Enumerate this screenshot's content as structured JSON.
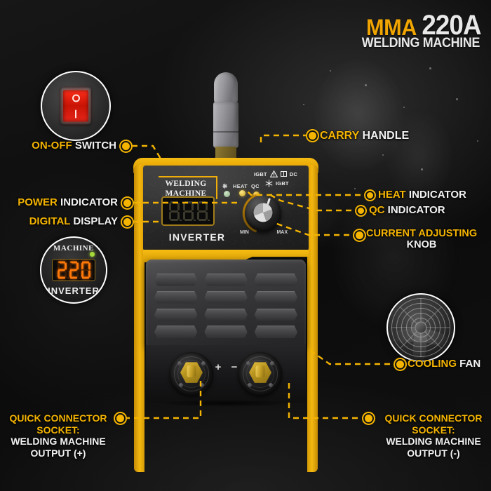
{
  "header": {
    "line1_brand": "MMA",
    "line1_model": "220A",
    "line2": "WELDING MACHINE"
  },
  "machine": {
    "brand_line1": "WELDING",
    "brand_line2": "MACHINE",
    "inverter_text": "INVERTER",
    "display_value": "8.8.8.",
    "led_labels": {
      "power": "⏻",
      "heat": "HEAT",
      "qc": "QC"
    },
    "symbols_row1": [
      "IGBT",
      "warning-triangle-icon",
      "transformer-icon",
      "DC"
    ],
    "symbols_row2": [
      "snowflake-icon",
      "IGBT"
    ],
    "knob_min": "MIN",
    "knob_max": "MAX",
    "polarity_plus": "+",
    "polarity_minus": "−"
  },
  "insets": {
    "switch": {
      "name": "on-off-rocker-switch",
      "symbol_off": "O",
      "symbol_on": "I"
    },
    "display": {
      "top_text": "MACHINE",
      "bottom_text": "INVERTER",
      "value": "220"
    },
    "fan": {
      "name": "cooling-fan-grille"
    }
  },
  "callouts": [
    {
      "id": "on-off-switch",
      "yellow": "ON-OFF",
      "white": "SWITCH"
    },
    {
      "id": "power-indicator",
      "yellow": "POWER",
      "white": "INDICATOR"
    },
    {
      "id": "digital-display",
      "yellow": "DIGITAL",
      "white": "DISPLAY"
    },
    {
      "id": "carry-handle",
      "yellow": "CARRY",
      "white": "HANDLE"
    },
    {
      "id": "heat-indicator",
      "yellow": "HEAT",
      "white": "INDICATOR"
    },
    {
      "id": "qc-indicator",
      "yellow": "QC",
      "white": "INDICATOR"
    },
    {
      "id": "current-adjusting-knob",
      "yellow": "CURRENT ADJUSTING",
      "white": "KNOB"
    },
    {
      "id": "cooling-fan",
      "yellow": "COOLING",
      "white": "FAN"
    },
    {
      "id": "quick-connector-positive",
      "yellow_l1": "QUICK CONNECTOR",
      "yellow_l2": "SOCKET:",
      "white_l1": "WELDING MACHINE",
      "white_l2": "OUTPUT (+)"
    },
    {
      "id": "quick-connector-negative",
      "yellow_l1": "QUICK CONNECTOR",
      "yellow_l2": "SOCKET:",
      "white_l1": "WELDING MACHINE",
      "white_l2": "OUTPUT (-)"
    }
  ],
  "colors": {
    "accent_yellow": "#f4b400",
    "text_white": "#f2f2f2",
    "machine_yellow": "#f3b810",
    "background": "#0d0d0d",
    "switch_red": "#e8261a",
    "display_orange": "#ff7a0a"
  }
}
